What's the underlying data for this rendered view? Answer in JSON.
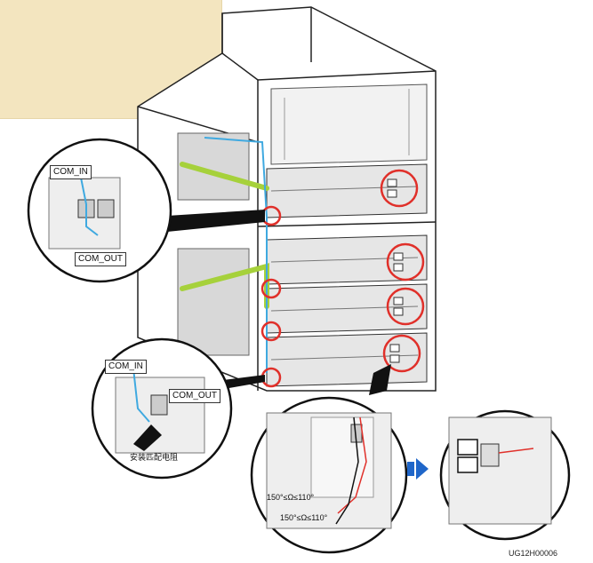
{
  "labels": {
    "com_in_top": "COM_IN",
    "com_out_top": "COM_OUT",
    "com_in_bottom": "COM_IN",
    "com_out_bottom": "COM_OUT",
    "terminal_resistor": "安装匹配电阻",
    "resistance_1": "150°≤Ω≤110°",
    "resistance_2": "150°≤Ω≤110°",
    "figure_code": "UG12H00006"
  },
  "colors": {
    "com_cable": "#3fa9e0",
    "power_busbar": "#a6d13b",
    "callout_ring": "#e0302a",
    "arrow": "#1f66c9",
    "note_box": "#f3e5bf"
  },
  "icons": {
    "flow_arrow": "right-arrow-icon"
  }
}
